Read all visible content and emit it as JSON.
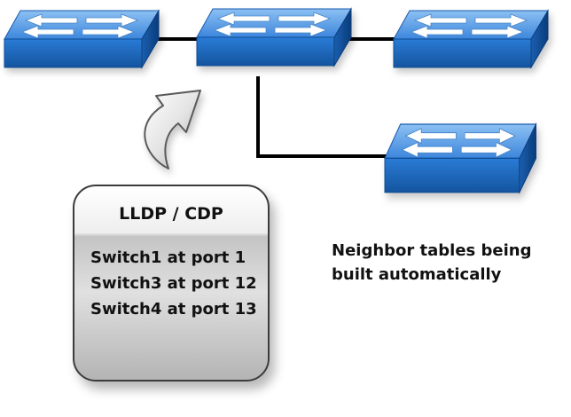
{
  "panel": {
    "title": "LLDP / CDP",
    "entries": [
      "Switch1 at port 1",
      "Switch3 at port 12",
      "Switch4 at port 13"
    ]
  },
  "caption": {
    "lines": [
      "Neighbor tables being",
      "built automatically"
    ]
  },
  "devices": [
    {
      "id": "switch-left",
      "icon": "network-switch-icon"
    },
    {
      "id": "switch-center",
      "icon": "network-switch-icon"
    },
    {
      "id": "switch-right",
      "icon": "network-switch-icon"
    },
    {
      "id": "switch-bottom-right",
      "icon": "network-switch-icon"
    }
  ],
  "connections": [
    {
      "from": "switch-left",
      "to": "switch-center"
    },
    {
      "from": "switch-center",
      "to": "switch-right"
    },
    {
      "from": "switch-center",
      "to": "switch-bottom-right"
    }
  ],
  "colors": {
    "switch_top": "#5b9ee8",
    "switch_front": "#1c6ac7",
    "switch_side": "#0d4a93",
    "link": "#000000",
    "curved_arrow": "#d9d9d9"
  }
}
